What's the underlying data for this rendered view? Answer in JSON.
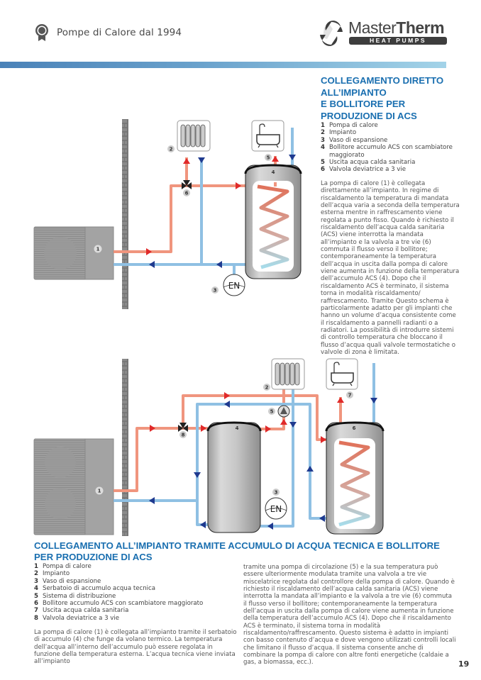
{
  "header": {
    "tagline": "Pompe di Calore dal 1994",
    "badge_icon": "award-badge-icon",
    "logo": {
      "brand_light": "Master",
      "brand_bold": "Therm",
      "subtitle": "HEAT PUMPS",
      "icon": "circular-arrows-logo-icon"
    }
  },
  "colors": {
    "heading_blue": "#1a6fb0",
    "hot_pipe": "#f0957e",
    "cold_pipe": "#8fc0e3",
    "hot_arrow": "#e02a2a",
    "cold_arrow": "#1f3a8f",
    "bar_start": "#4a82b8",
    "bar_end": "#a3d3e8"
  },
  "section1": {
    "title_lines": [
      "COLLEGAMENTO DIRETTO",
      "ALL’IMPIANTO",
      "E BOLLITORE PER",
      "PRODUZIONE DI ACS"
    ],
    "legend": [
      {
        "num": "1",
        "label": "Pompa di calore"
      },
      {
        "num": "2",
        "label": "Impianto"
      },
      {
        "num": "3",
        "label": "Vaso di espansione"
      },
      {
        "num": "4",
        "label": "Bollitore accumulo ACS con scambiatore maggiorato"
      },
      {
        "num": "5",
        "label": "Uscita acqua calda sanitaria"
      },
      {
        "num": "6",
        "label": "Valvola deviatrice a 3 vie"
      }
    ],
    "paragraph": "La pompa di calore (1) è collegata direttamente all’impianto. In regime di riscaldamento la temperatura di mandata dell’acqua varia a seconda della temperatura esterna mentre in raffrescamento viene regolata a punto fisso. Quando è richiesto il riscaldamento dell’acqua calda sanitaria (ACS) viene interrotta la mandata all’impianto e la valvola a tre vie (6) commuta il flusso verso il bollitore; contemporaneamente la temperatura dell’acqua in uscita dalla pompa di calore viene aumenta in funzione della temperatura dell’accumulo ACS (4). Dopo che il riscaldamento ACS è terminato, il sistema torna in modalità riscaldamento/ raffrescamento. Tramite Questo schema è particolarmente adatto per gli impianti che hanno un volume d’acqua consistente come il riscaldamento a pannelli radianti o a radiatori. La possibilità di introdurre sistemi di controllo temperatura che bloccano il flusso d’acqua quali valvole termostatiche o valvole di zona è limitata.",
    "diagram": {
      "labels": {
        "pump": "1",
        "system": "2",
        "expansion": "3",
        "boiler": "4",
        "dhw_out": "5",
        "valve": "6"
      },
      "expansion_text": "EN"
    }
  },
  "section2": {
    "title": "COLLEGAMENTO ALL’IMPIANTO TRAMITE ACCUMULO DI ACQUA TECNICA E BOLLITORE PER PRODUZIONE DI ACS",
    "legend": [
      {
        "num": "1",
        "label": "Pompa di calore"
      },
      {
        "num": "2",
        "label": "Impianto"
      },
      {
        "num": "3",
        "label": "Vaso di espansione"
      },
      {
        "num": "4",
        "label": "Serbatoio di accumulo acqua tecnica"
      },
      {
        "num": "5",
        "label": "Sistema di distribuzione"
      },
      {
        "num": "6",
        "label": "Bollitore accumulo ACS con scambiatore maggiorato"
      },
      {
        "num": "7",
        "label": "Uscita acqua calda sanitaria"
      },
      {
        "num": "8",
        "label": "Valvola deviatrice a 3 vie"
      }
    ],
    "paragraph_left": "La pompa di calore (1) è collegata all’impianto tramite il serbatoio di accumulo (4) che funge da volano termico. La temperatura dell’acqua all’interno dell’accumulo può essere regolata in funzione della temperatura esterna. L’acqua tecnica viene inviata all’impianto",
    "paragraph_right": "tramite una pompa di circolazione (5) e la sua temperatura può essere ulteriormente modulata tramite una valvola a tre vie miscelatrice regolata dal controllore della pompa di calore. Quando è richiesto il riscaldamento dell’acqua calda sanitaria (ACS) viene interrotta la mandata all’impianto e la valvola a tre vie (6) commuta il flusso verso il bollitore; contemporaneamente la temperatura dell’acqua in uscita dalla pompa di calore viene aumenta in funzione della temperatura dell’accumulo ACS (4). Dopo che il riscaldamento ACS è terminato, il sistema torna in modalità riscaldamento/raffrescamento. Questo sistema è adatto in impianti con basso contenuto d’acqua e dove vengono utilizzati controlli locali che limitano il flusso d’acqua. Il sistema consente anche di combinare la pompa di calore con altre fonti energetiche (caldaie a gas, a biomassa, ecc.).",
    "diagram": {
      "labels": {
        "pump": "1",
        "system": "2",
        "expansion": "3",
        "buffer": "4",
        "circ_pump": "5",
        "boiler": "6",
        "dhw_out": "7",
        "valve": "8"
      },
      "expansion_text": "EN"
    }
  },
  "footer": {
    "page_number": "19"
  }
}
